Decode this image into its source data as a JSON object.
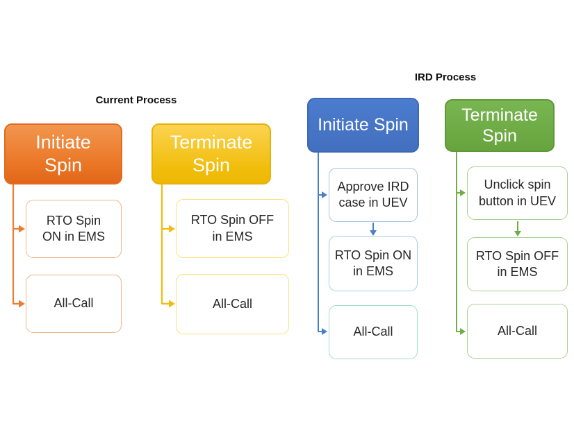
{
  "titles": {
    "left": "Current Process",
    "right": "IRD Process"
  },
  "colors": {
    "orange": "#ED7D31",
    "gold": "#F5BB0C",
    "blue": "#4A7EC8",
    "green": "#70AD47"
  },
  "columns": [
    {
      "id": "current-initiate",
      "header": "Initiate Spin",
      "accent": "#ED7D31",
      "steps": [
        "RTO Spin ON in EMS",
        "All-Call"
      ]
    },
    {
      "id": "current-terminate",
      "header": "Terminate Spin",
      "accent": "#FFC000",
      "steps": [
        "RTO Spin OFF in EMS",
        "All-Call"
      ]
    },
    {
      "id": "ird-initiate",
      "header": "Initiate Spin",
      "accent": "#4472C4",
      "steps": [
        "Approve IRD case in UEV",
        "RTO Spin ON in EMS",
        "All-Call"
      ]
    },
    {
      "id": "ird-terminate",
      "header": "Terminate Spin",
      "accent": "#70AD47",
      "steps": [
        "Unclick spin button in UEV",
        "RTO Spin OFF in EMS",
        "All-Call"
      ]
    }
  ]
}
